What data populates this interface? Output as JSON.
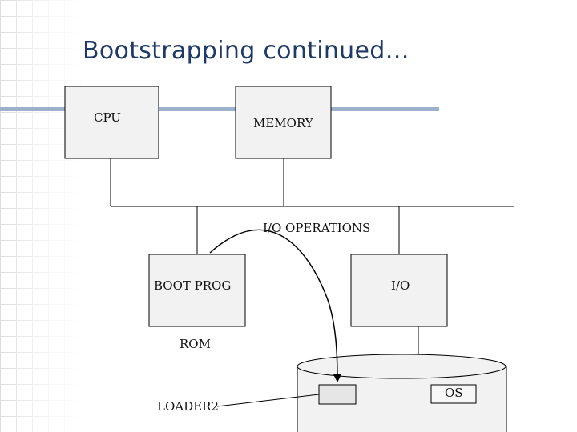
{
  "title": "Bootstrapping continued…",
  "colors": {
    "title": "#1f3a68",
    "title_bar": "#9db0cb",
    "box_fill": "#f2f2f2",
    "line": "#000000"
  },
  "labels": {
    "cpu": "CPU",
    "memory": "MEMORY",
    "io_operations": "I/O OPERATIONS",
    "boot_prog": "BOOT PROG",
    "io": "I/O",
    "rom": "ROM",
    "os": "OS",
    "loader2": "LOADER2"
  }
}
